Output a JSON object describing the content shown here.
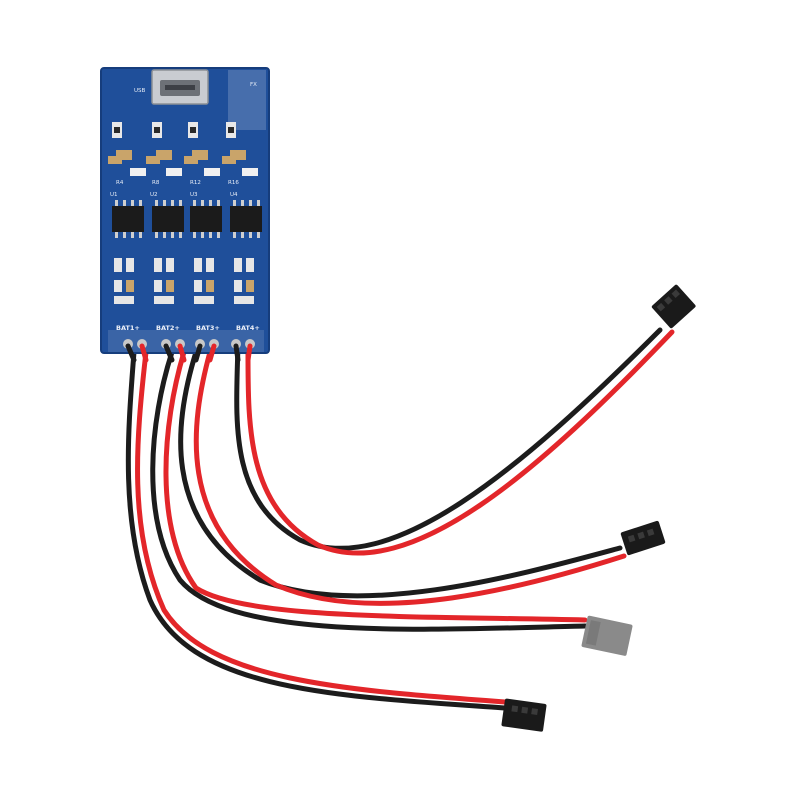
{
  "board": {
    "usb_label": "USB",
    "corner_mark": "FX",
    "chip_labels": [
      "U1",
      "U2",
      "U3",
      "U4"
    ],
    "resistor_labels": [
      "R4",
      "R8",
      "R12",
      "R16"
    ],
    "battery_labels": [
      "BAT1+",
      "BAT2+",
      "BAT3+",
      "BAT4+"
    ],
    "colors": {
      "pcb": "#1f4f9a",
      "pcb_dark": "#163d7c",
      "wire_red": "#e3262a",
      "wire_black": "#1c1c1c",
      "connector_black": "#1a1a1a",
      "connector_gray": "#8a8a8a"
    }
  }
}
